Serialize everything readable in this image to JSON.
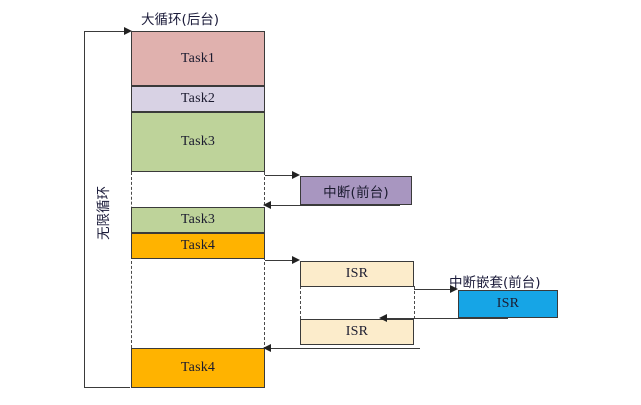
{
  "diagram": {
    "title_background_loop": "大循环(后台)",
    "label_interrupt_foreground": "中断(前台)",
    "label_nested_interrupt_foreground": "中断嵌套(前台)",
    "label_infinite_loop": "无限循环",
    "caption_partial": "",
    "colors": {
      "task1": "#e0b1ae",
      "task2": "#d8d2e4",
      "task3": "#bed39a",
      "task4": "#ffb300",
      "interrupt": "#a896c0",
      "isr": "#fceccb",
      "nested_isr": "#16a5e6",
      "stroke": "#3a3a3a",
      "text": "#1b1b3a"
    },
    "main_loop_blocks": [
      {
        "name": "task1",
        "label": "Task1",
        "color": "#e0b1ae"
      },
      {
        "name": "task2",
        "label": "Task2",
        "color": "#d8d2e4"
      },
      {
        "name": "task3-first",
        "label": "Task3",
        "color": "#bed39a"
      },
      {
        "name": "task3-resumed",
        "label": "Task3",
        "color": "#bed39a"
      },
      {
        "name": "task4-first",
        "label": "Task4",
        "color": "#ffb300"
      },
      {
        "name": "task4-resumed",
        "label": "Task4",
        "color": "#ffb300"
      }
    ],
    "isr_blocks": [
      {
        "name": "isr-upper",
        "label": "ISR",
        "color": "#fceccb"
      },
      {
        "name": "isr-lower",
        "label": "ISR",
        "color": "#fceccb"
      },
      {
        "name": "isr-nested",
        "label": "ISR",
        "color": "#16a5e6"
      }
    ],
    "interrupt_block": {
      "label": "中断(前台)",
      "color": "#a896c0"
    }
  }
}
